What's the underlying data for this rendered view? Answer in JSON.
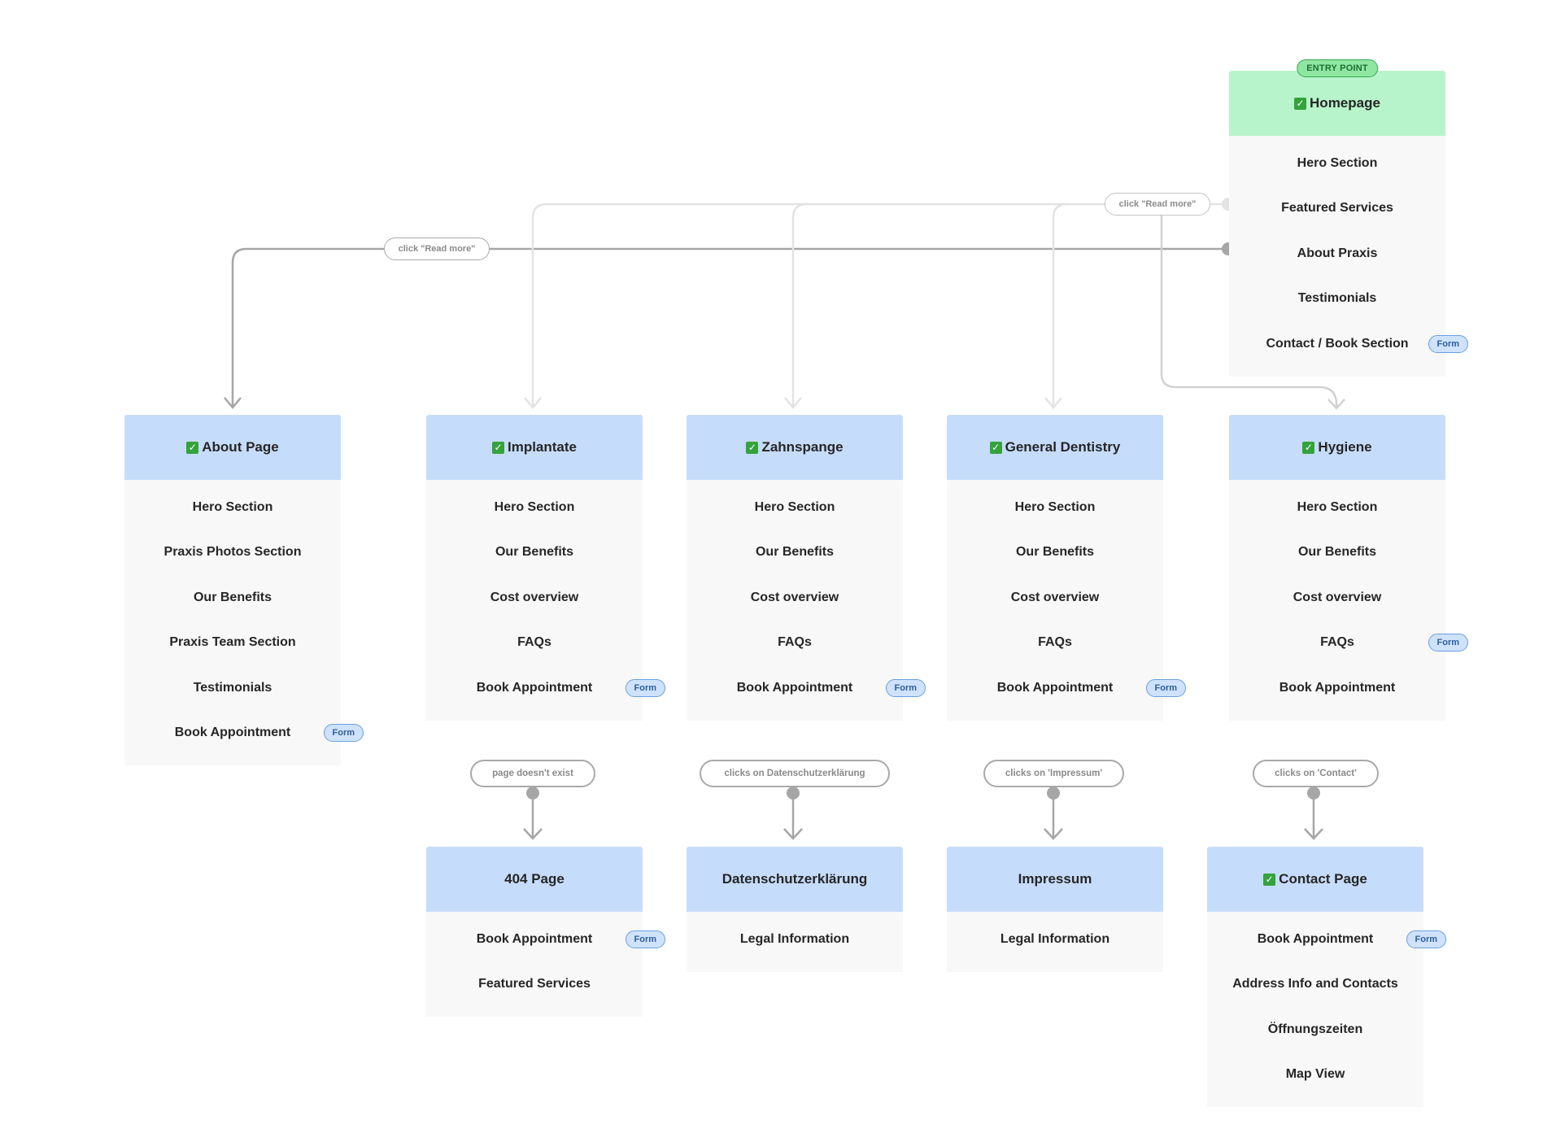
{
  "homepage": {
    "entry_label": "ENTRY POINT",
    "title": "Homepage",
    "rows": [
      "Hero Section",
      "Featured Services",
      "About Praxis",
      "Testimonials",
      "Contact / Book Section"
    ]
  },
  "about": {
    "title": "About Page",
    "rows": [
      "Hero Section",
      "Praxis Photos Section",
      "Our Benefits",
      "Praxis Team Section",
      "Testimonials",
      "Book Appointment"
    ]
  },
  "implantate": {
    "title": "Implantate",
    "rows": [
      "Hero Section",
      "Our Benefits",
      "Cost overview",
      "FAQs",
      "Book Appointment"
    ]
  },
  "zahnspange": {
    "title": "Zahnspange",
    "rows": [
      "Hero Section",
      "Our Benefits",
      "Cost overview",
      "FAQs",
      "Book Appointment"
    ]
  },
  "general": {
    "title": "General Dentistry",
    "rows": [
      "Hero Section",
      "Our Benefits",
      "Cost overview",
      "FAQs",
      "Book Appointment"
    ]
  },
  "hygiene": {
    "title": "Hygiene",
    "rows": [
      "Hero Section",
      "Our Benefits",
      "Cost overview",
      "FAQs",
      "Book Appointment"
    ]
  },
  "page404": {
    "title": "404 Page",
    "rows": [
      "Book Appointment",
      "Featured Services"
    ]
  },
  "datenschutz": {
    "title": "Datenschutzerklärung",
    "rows": [
      "Legal Information"
    ]
  },
  "impressum": {
    "title": "Impressum",
    "rows": [
      "Legal Information"
    ]
  },
  "contact": {
    "title": "Contact Page",
    "rows": [
      "Book Appointment",
      "Address Info and Contacts",
      "Öffnungszeiten",
      "Map View"
    ]
  },
  "badge_label": "Form",
  "check_glyph": "✓",
  "labels": {
    "read_more_about": "click \"Read more\"",
    "read_more_services": "click \"Read more\"",
    "page_not_exist": "page doesn't exist",
    "click_datenschutz": "clicks on Datenschutzerklärung",
    "click_impressum": "clicks on 'Impressum'",
    "click_contact": "clicks on 'Contact'"
  },
  "colors": {
    "entry_header": "#b8f4cb",
    "page_header": "#c6dcfb",
    "body": "#f8f8f8",
    "badge": "#cfe2fb",
    "link_active": "#a6a6a6",
    "link_inactive": "#e3e3e3"
  }
}
